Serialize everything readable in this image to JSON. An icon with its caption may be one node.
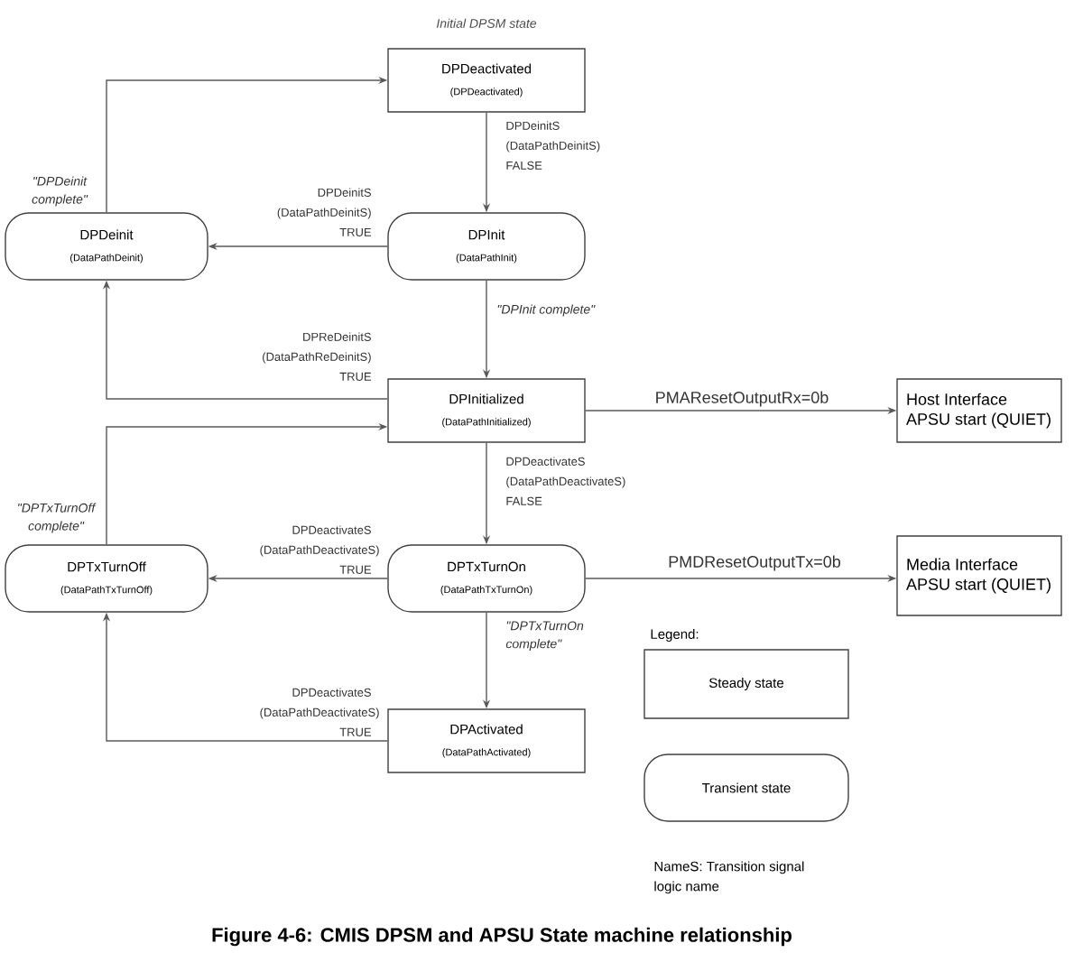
{
  "diagram": {
    "caption": "Figure 4-6: CMIS DPSM and APSU State machine relationship",
    "nodes": [
      {
        "text": [
          "DPDeactivated",
          "(DPDeactivated)"
        ],
        "beside": [
          "Initial DPSM state"
        ]
      },
      {
        "text": [
          "DPDeinit",
          "(DataPathDeinit)"
        ]
      },
      {
        "text": [
          "DPInit",
          "(DataPathInit)"
        ]
      },
      {
        "text": [
          "DPInitialized",
          "(DataPathInitialized)"
        ]
      },
      {
        "text": [
          "Host Interface APSU start (QUIET)"
        ]
      },
      {
        "text": [
          "DPTxTurnOff",
          "(DataPathTxTurnOff)"
        ]
      },
      {
        "text": [
          "DPTxTurnOn",
          "(DataPathTxTurnOn)"
        ]
      },
      {
        "text": [
          "Media Interface APSU start (QUIET)"
        ]
      },
      {
        "text": [
          "DPActivated",
          "(DataPathActivated)"
        ]
      },
      {
        "text": [
          "Steady state"
        ]
      },
      {
        "text": [
          "Transient state"
        ]
      }
    ],
    "edges": [
      {
        "from": 1,
        "to": 0,
        "arrow": "to",
        "label": "\"DPDeinit complete\""
      },
      {
        "from": 0,
        "to": 2,
        "arrow": "to",
        "label": "DPDeinitS (DataPathDeinitS) FALSE"
      },
      {
        "from": 2,
        "to": 1,
        "arrow": "to",
        "label": "DPDeinitS (DataPathDeinitS) TRUE"
      },
      {
        "from": 2,
        "to": 3,
        "arrow": "to",
        "label": "\"DPInit complete\""
      },
      {
        "from": 3,
        "to": 1,
        "arrow": "to",
        "label": "DPReDeinitS (DataPathReDeinitS) TRUE"
      },
      {
        "from": 5,
        "to": 3,
        "arrow": "to",
        "label": "\"DPTxTurnOff complete\""
      },
      {
        "from": 3,
        "to": 6,
        "arrow": "to",
        "label": "DPDeactivateS (DataPathDeactivateS) FALSE"
      },
      {
        "from": 3,
        "to": 4,
        "arrow": "to",
        "label": "PMAResetOutputRx=0b"
      },
      {
        "from": 6,
        "to": 5,
        "arrow": "to",
        "label": "DPDeactivateS (DataPathDeactivateS) TRUE"
      },
      {
        "from": 6,
        "to": 8,
        "arrow": "to",
        "label": "\"DPTxTurnOn complete\""
      },
      {
        "from": 6,
        "to": 7,
        "arrow": "to",
        "label": "PMDResetOutputTx=0b"
      },
      {
        "from": 8,
        "to": 5,
        "arrow": "to",
        "label": "DPDeactivateS (DataPathDeactivateS) TRUE"
      }
    ],
    "labels": [
      "Legend:",
      "NameS: Transition signal logic name"
    ]
  }
}
